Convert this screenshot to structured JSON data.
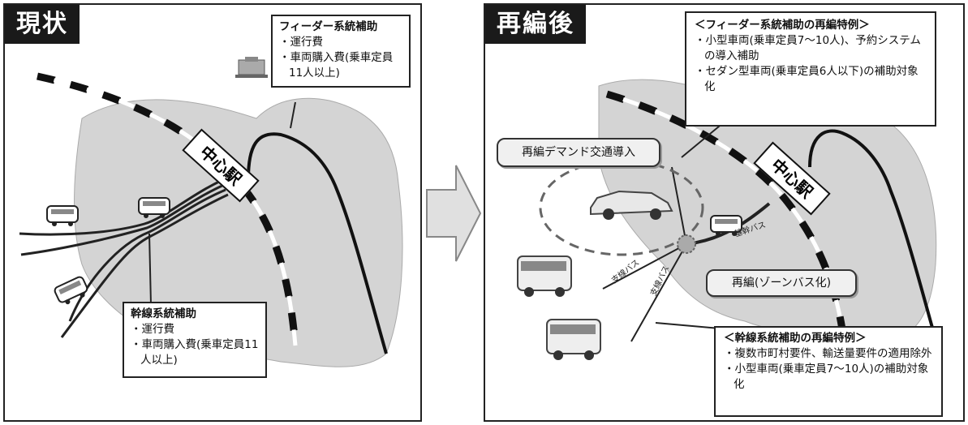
{
  "left": {
    "title": "現状",
    "station": "中心駅",
    "feeder": {
      "title": "フィーダー系統補助",
      "items": [
        "・運行費",
        "・車両購入費(乗車定員11人以上)"
      ]
    },
    "trunk": {
      "title": "幹線系統補助",
      "items": [
        "・運行費",
        "・車両購入費(乗車定員11人以上)"
      ]
    }
  },
  "right": {
    "title": "再編後",
    "station": "中心駅",
    "feeder": {
      "title": "＜フィーダー系統補助の再編特例＞",
      "items": [
        "・小型車両(乗車定員7〜10人)、予約システムの導入補助",
        "・セダン型車両(乗車定員6人以下)の補助対象化"
      ]
    },
    "demand": "再編デマンド交通導入",
    "zone": "再編(ゾーンバス化)",
    "trunk_label": "基幹バス",
    "branch_label_1": "支線バス",
    "branch_label_2": "支線バス",
    "trunk": {
      "title": "＜幹線系統補助の再編特例＞",
      "items": [
        "・複数市町村要件、輸送量要件の適用除外",
        "・小型車両(乗車定員7〜10人)の補助対象化"
      ]
    }
  },
  "colors": {
    "map_fill": "#d4d4d4",
    "panel_title_bg": "#1a1a1a",
    "arrow_fill": "#e0e0e0"
  }
}
